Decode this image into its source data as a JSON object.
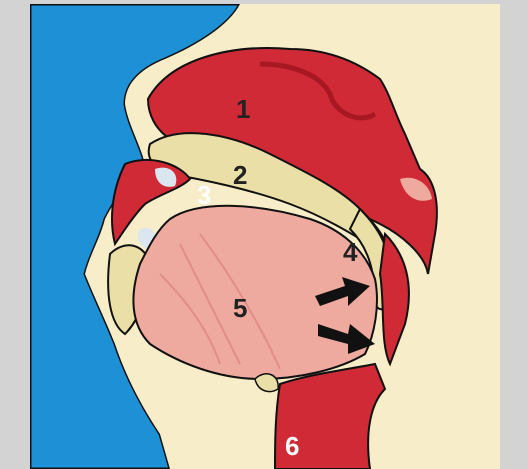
{
  "colors": {
    "frame": "#d3d3d3",
    "background_blue": "#1e90d6",
    "skin": "#f7edc8",
    "tissue_red": "#cf2a36",
    "tissue_dark": "#a81822",
    "tongue": "#efaaa0",
    "bone": "#eadfa6",
    "arrow": "#111111"
  },
  "labels": [
    {
      "id": "1",
      "text": "1",
      "color": "#222222"
    },
    {
      "id": "2",
      "text": "2",
      "color": "#222222"
    },
    {
      "id": "3",
      "text": "3",
      "color": "#ffffff"
    },
    {
      "id": "4",
      "text": "4",
      "color": "#222222"
    },
    {
      "id": "5",
      "text": "5",
      "color": "#222222"
    },
    {
      "id": "6",
      "text": "6",
      "color": "#ffffff"
    }
  ],
  "arrows": [
    {
      "id": "upper",
      "icon": "arrow-right-icon"
    },
    {
      "id": "lower",
      "icon": "arrow-right-icon"
    }
  ]
}
